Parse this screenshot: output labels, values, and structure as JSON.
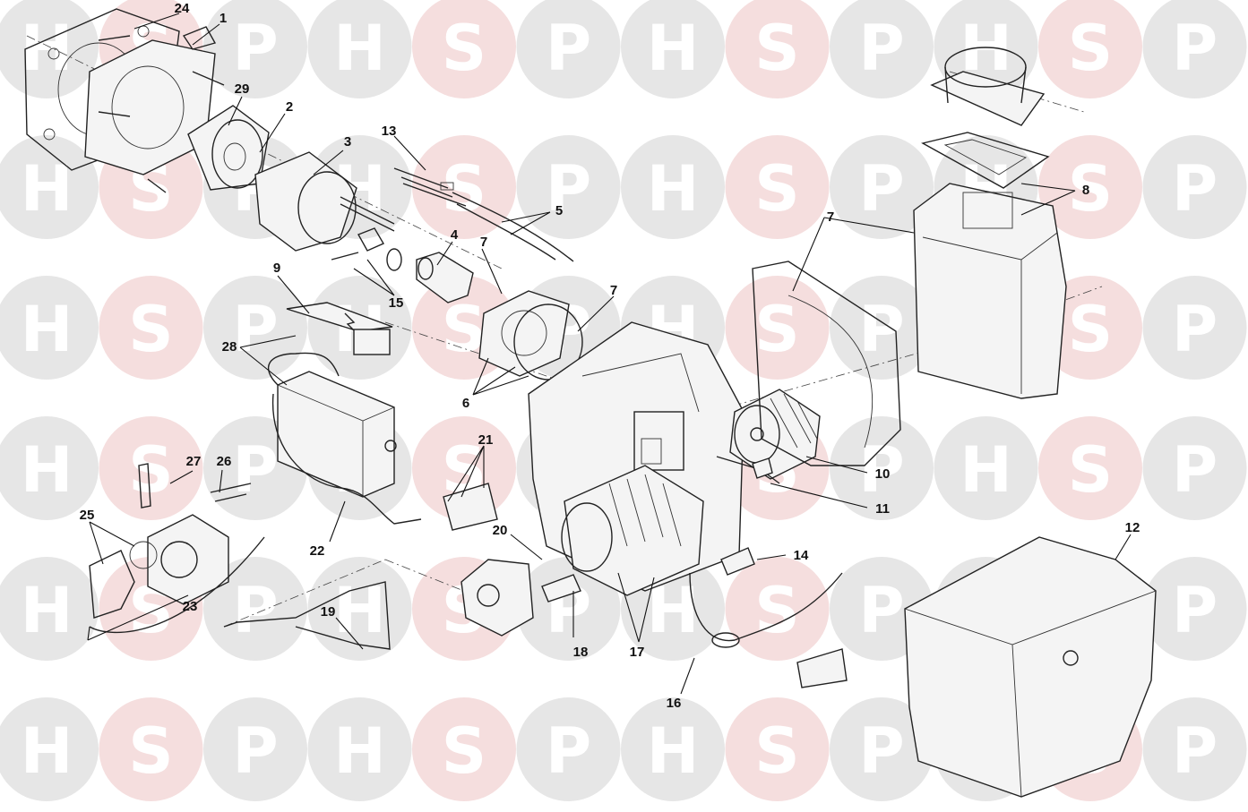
{
  "watermark": {
    "letters": [
      "H",
      "S",
      "P"
    ],
    "colors": {
      "h": "#e6e6e6",
      "s": "#f5dede",
      "p": "#e6e6e6"
    }
  },
  "labels": {
    "p1": "1",
    "p2": "2",
    "p3": "3",
    "p4": "4",
    "p5": "5",
    "p6": "6",
    "p7a": "7",
    "p7b": "7",
    "p7c": "7",
    "p8": "8",
    "p9": "9",
    "p10": "10",
    "p11": "11",
    "p12": "12",
    "p13": "13",
    "p14": "14",
    "p15": "15",
    "p16": "16",
    "p17": "17",
    "p18": "18",
    "p19": "19",
    "p20": "20",
    "p21": "21",
    "p22": "22",
    "p23": "23",
    "p24": "24",
    "p25": "25",
    "p26": "26",
    "p27": "27",
    "p28": "28",
    "p29": "29"
  }
}
